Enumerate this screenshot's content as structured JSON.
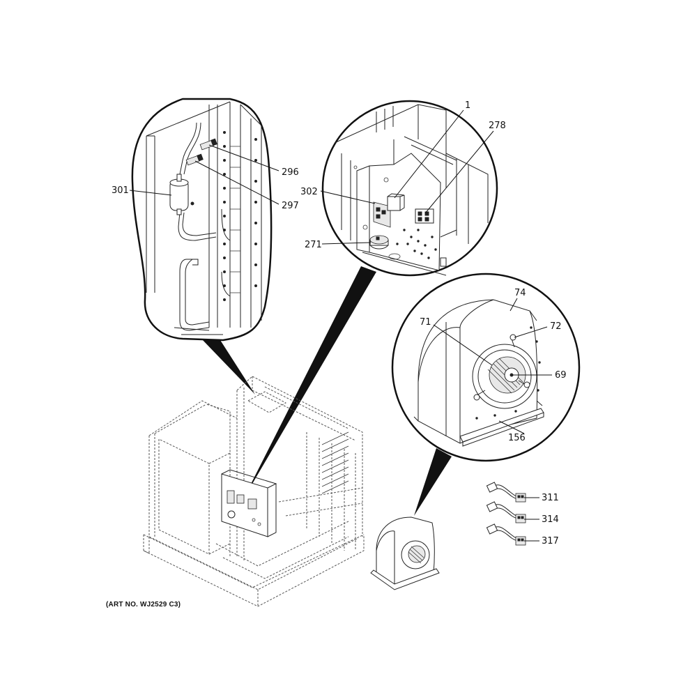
{
  "art_number": "(ART NO. WJ2529 C3)",
  "callouts": {
    "c1": "1",
    "c278": "278",
    "c302": "302",
    "c271": "271",
    "c301": "301",
    "c296": "296",
    "c297": "297",
    "c74": "74",
    "c71": "71",
    "c72": "72",
    "c69": "69",
    "c156": "156",
    "c311": "311",
    "c314": "314",
    "c317": "317"
  }
}
